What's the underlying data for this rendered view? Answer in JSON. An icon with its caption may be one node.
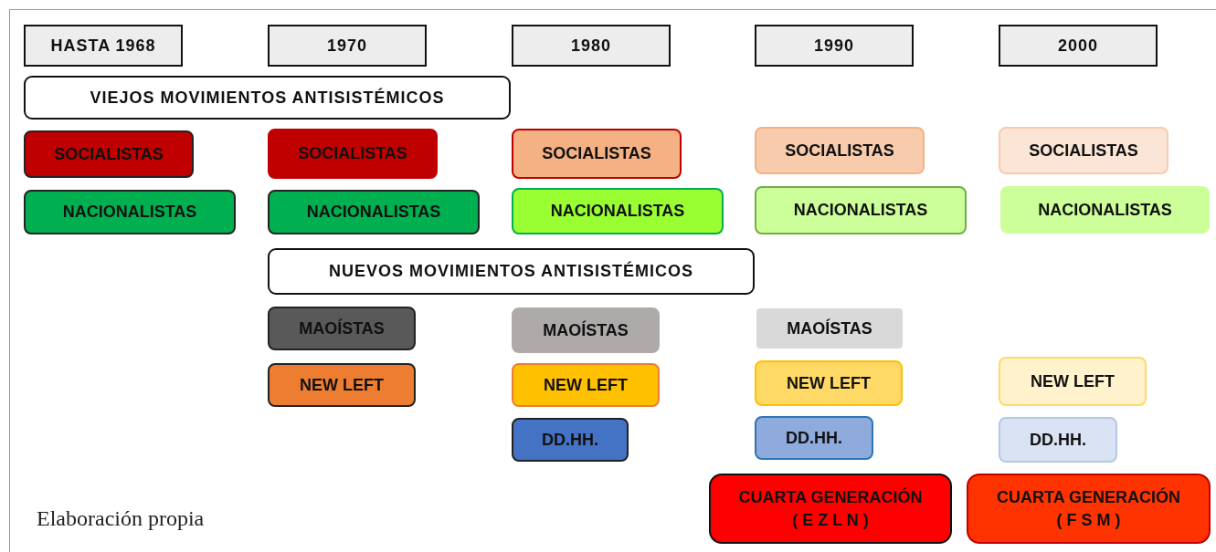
{
  "diagram": {
    "caption": "Elaboración propia",
    "nodes": [
      {
        "text": [
          "HASTA 1968"
        ]
      },
      {
        "text": [
          "1970"
        ]
      },
      {
        "text": [
          "1980"
        ]
      },
      {
        "text": [
          "1990"
        ]
      },
      {
        "text": [
          "2000"
        ]
      },
      {
        "text": [
          "VIEJOS MOVIMIENTOS ANTISISTÉMICOS"
        ]
      },
      {
        "text": [
          "SOCIALISTAS"
        ]
      },
      {
        "text": [
          "SOCIALISTAS"
        ]
      },
      {
        "text": [
          "SOCIALISTAS"
        ]
      },
      {
        "text": [
          "SOCIALISTAS"
        ]
      },
      {
        "text": [
          "SOCIALISTAS"
        ]
      },
      {
        "text": [
          "NACIONALISTAS"
        ]
      },
      {
        "text": [
          "NACIONALISTAS"
        ]
      },
      {
        "text": [
          "NACIONALISTAS"
        ]
      },
      {
        "text": [
          "NACIONALISTAS"
        ]
      },
      {
        "text": [
          "NACIONALISTAS"
        ]
      },
      {
        "text": [
          "NUEVOS MOVIMIENTOS ANTISISTÉMICOS"
        ]
      },
      {
        "text": [
          "MAOÍSTAS"
        ]
      },
      {
        "text": [
          "MAOÍSTAS"
        ]
      },
      {
        "text": [
          "MAOÍSTAS"
        ]
      },
      {
        "text": [
          "NEW LEFT"
        ]
      },
      {
        "text": [
          "NEW LEFT"
        ]
      },
      {
        "text": [
          "NEW LEFT"
        ]
      },
      {
        "text": [
          "NEW LEFT"
        ]
      },
      {
        "text": [
          "DD.HH."
        ]
      },
      {
        "text": [
          "DD.HH."
        ]
      },
      {
        "text": [
          "DD.HH."
        ]
      },
      {
        "text": [
          "CUARTA GENERACIÓN",
          "( E Z L N )"
        ]
      },
      {
        "text": [
          "CUARTA GENERACIÓN",
          "( F S M )"
        ]
      }
    ],
    "edges": []
  }
}
